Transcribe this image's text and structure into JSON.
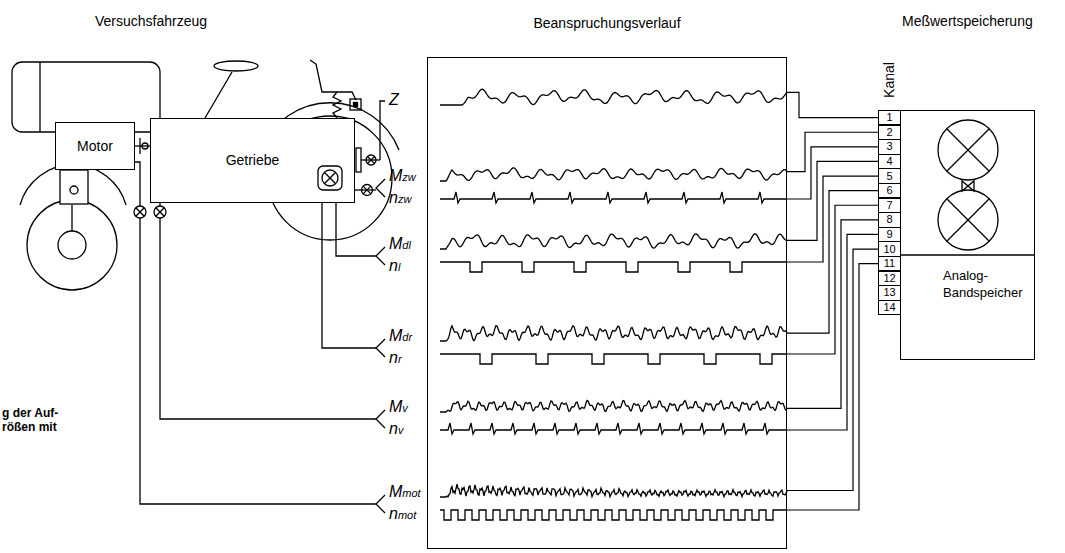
{
  "diagram": {
    "nodes": [
      {
        "text": [
          "Motor"
        ]
      },
      {
        "text": [
          "Getriebe"
        ]
      },
      {
        "text": [
          "Beanspruchungsverlauf"
        ]
      },
      {
        "text": [
          "Analog-Bandspeicher"
        ]
      },
      {
        "text": [
          "1"
        ],
        "in": 3
      },
      {
        "text": [
          "2"
        ],
        "in": 3
      },
      {
        "text": [
          "3"
        ],
        "in": 3
      },
      {
        "text": [
          "4"
        ],
        "in": 3
      },
      {
        "text": [
          "5"
        ],
        "in": 3
      },
      {
        "text": [
          "6"
        ],
        "in": 3
      },
      {
        "text": [
          "7"
        ],
        "in": 3
      },
      {
        "text": [
          "8"
        ],
        "in": 3
      },
      {
        "text": [
          "9"
        ],
        "in": 3
      },
      {
        "text": [
          "10"
        ],
        "in": 3
      },
      {
        "text": [
          "11"
        ],
        "in": 3
      },
      {
        "text": [
          "12"
        ],
        "in": 3
      },
      {
        "text": [
          "13"
        ],
        "in": 3
      },
      {
        "text": [
          "14"
        ],
        "in": 3
      }
    ],
    "edges": [
      {
        "from": 2,
        "to": 4,
        "arrow": "none"
      },
      {
        "from": 2,
        "to": 5,
        "arrow": "none"
      },
      {
        "from": 2,
        "to": 6,
        "arrow": "none"
      },
      {
        "from": 2,
        "to": 7,
        "arrow": "none"
      },
      {
        "from": 2,
        "to": 8,
        "arrow": "none"
      },
      {
        "from": 2,
        "to": 9,
        "arrow": "none"
      },
      {
        "from": 2,
        "to": 10,
        "arrow": "none"
      },
      {
        "from": 2,
        "to": 11,
        "arrow": "none"
      },
      {
        "from": 2,
        "to": 12,
        "arrow": "none"
      },
      {
        "from": 2,
        "to": 13,
        "arrow": "none"
      },
      {
        "from": 2,
        "to": 14,
        "arrow": "none"
      }
    ],
    "labels": [
      "Versuchsfahrzeug",
      "Meßwertspeicherung",
      "Z",
      "Mzw",
      "nzw",
      "Mdl",
      "nl",
      "Mdr",
      "nr",
      "Mv",
      "nv",
      "Mmot",
      "nmot",
      "Kanal",
      "g der Auf-",
      "rößen mit"
    ]
  }
}
